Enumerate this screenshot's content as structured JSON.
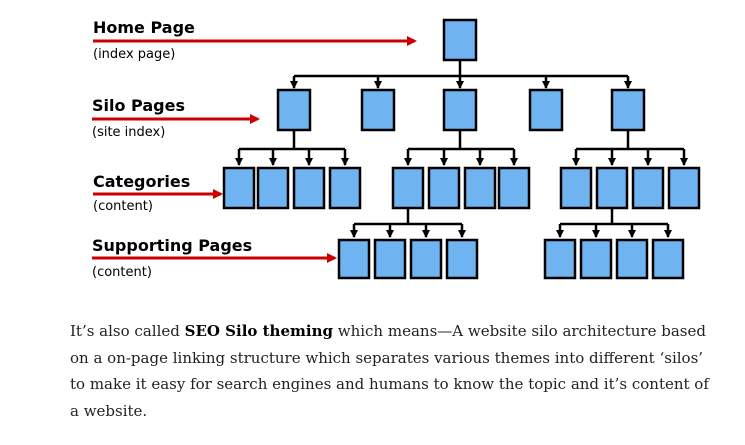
{
  "labels": {
    "home": {
      "title": "Home Page",
      "subtitle": "(index page)"
    },
    "silo": {
      "title": "Silo Pages",
      "subtitle": "(site index)"
    },
    "categories": {
      "title": "Categories",
      "subtitle": "(content)"
    },
    "supporting": {
      "title": "Supporting Pages",
      "subtitle": "(content)"
    }
  },
  "colors": {
    "box_fill": "#6fb3f0",
    "box_stroke": "#000000",
    "arrow_red": "#cc0000",
    "connector": "#000000"
  },
  "paragraph": {
    "before": "It’s also called ",
    "emphasis": "SEO Silo theming",
    "after": " which means—A website silo architecture based on a on-page linking structure which separates various themes into different ‘silos’ to make it easy for search engines and humans to know the topic and it’s content of a website."
  }
}
